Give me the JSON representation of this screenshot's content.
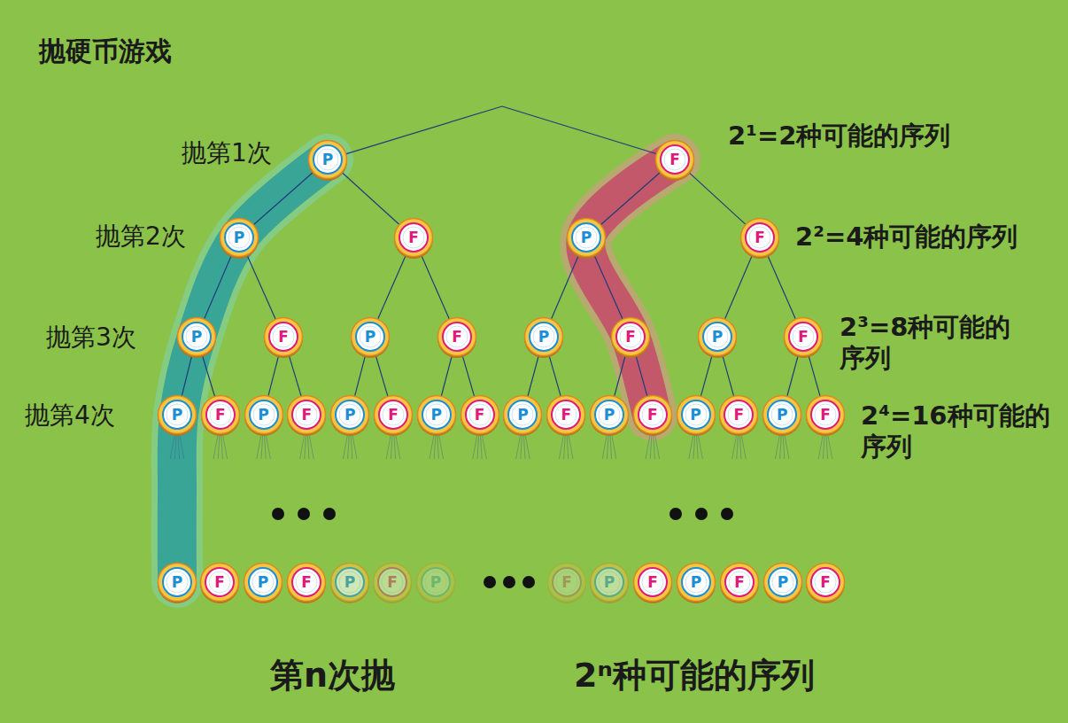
{
  "diagram": {
    "title": "抛硬币游戏",
    "nodes": [
      {
        "text": [
          "P"
        ]
      },
      {
        "text": [
          "F"
        ]
      },
      {
        "text": [
          "P"
        ]
      },
      {
        "text": [
          "F"
        ]
      },
      {
        "text": [
          "P"
        ]
      },
      {
        "text": [
          "F"
        ]
      },
      {
        "text": [
          "P"
        ]
      },
      {
        "text": [
          "F"
        ]
      },
      {
        "text": [
          "P"
        ]
      },
      {
        "text": [
          "F"
        ]
      },
      {
        "text": [
          "P"
        ]
      },
      {
        "text": [
          "F"
        ]
      },
      {
        "text": [
          "P"
        ]
      },
      {
        "text": [
          "F"
        ]
      },
      {
        "text": [
          "P"
        ]
      },
      {
        "text": [
          "F"
        ]
      },
      {
        "text": [
          "P"
        ]
      },
      {
        "text": [
          "F"
        ]
      },
      {
        "text": [
          "P"
        ]
      },
      {
        "text": [
          "F"
        ]
      },
      {
        "text": [
          "P"
        ]
      },
      {
        "text": [
          "F"
        ]
      },
      {
        "text": [
          "P"
        ]
      },
      {
        "text": [
          "F"
        ]
      },
      {
        "text": [
          "P"
        ]
      },
      {
        "text": [
          "F"
        ]
      },
      {
        "text": [
          "P"
        ]
      },
      {
        "text": [
          "F"
        ]
      },
      {
        "text": [
          "P"
        ]
      },
      {
        "text": [
          "F"
        ]
      },
      {
        "text": [
          "P"
        ]
      },
      {
        "text": [
          "F"
        ]
      },
      {
        "text": [
          "P"
        ]
      },
      {
        "text": [
          "F"
        ]
      },
      {
        "text": [
          "P"
        ]
      },
      {
        "text": [
          "F"
        ]
      },
      {
        "text": [
          "P"
        ]
      },
      {
        "text": [
          "F"
        ]
      },
      {
        "text": [
          "P"
        ]
      },
      {
        "text": [
          "F"
        ]
      },
      {
        "text": [
          "P"
        ]
      },
      {
        "text": [
          "F"
        ]
      },
      {
        "text": [
          "P"
        ]
      },
      {
        "text": [
          "F"
        ]
      }
    ],
    "edges": [
      {
        "from": 0,
        "to": 2,
        "arrow": "none"
      },
      {
        "from": 0,
        "to": 3,
        "arrow": "none"
      },
      {
        "from": 1,
        "to": 4,
        "arrow": "none"
      },
      {
        "from": 1,
        "to": 5,
        "arrow": "none"
      },
      {
        "from": 2,
        "to": 6,
        "arrow": "none"
      },
      {
        "from": 2,
        "to": 7,
        "arrow": "none"
      },
      {
        "from": 3,
        "to": 8,
        "arrow": "none"
      },
      {
        "from": 3,
        "to": 9,
        "arrow": "none"
      },
      {
        "from": 4,
        "to": 10,
        "arrow": "none"
      },
      {
        "from": 4,
        "to": 11,
        "arrow": "none"
      },
      {
        "from": 5,
        "to": 12,
        "arrow": "none"
      },
      {
        "from": 5,
        "to": 13,
        "arrow": "none"
      },
      {
        "from": 6,
        "to": 14,
        "arrow": "none"
      },
      {
        "from": 6,
        "to": 15,
        "arrow": "none"
      },
      {
        "from": 7,
        "to": 16,
        "arrow": "none"
      },
      {
        "from": 7,
        "to": 17,
        "arrow": "none"
      },
      {
        "from": 8,
        "to": 18,
        "arrow": "none"
      },
      {
        "from": 8,
        "to": 19,
        "arrow": "none"
      },
      {
        "from": 9,
        "to": 20,
        "arrow": "none"
      },
      {
        "from": 9,
        "to": 21,
        "arrow": "none"
      },
      {
        "from": 10,
        "to": 22,
        "arrow": "none"
      },
      {
        "from": 10,
        "to": 23,
        "arrow": "none"
      },
      {
        "from": 11,
        "to": 24,
        "arrow": "none"
      },
      {
        "from": 11,
        "to": 25,
        "arrow": "none"
      },
      {
        "from": 12,
        "to": 26,
        "arrow": "none"
      },
      {
        "from": 12,
        "to": 27,
        "arrow": "none"
      },
      {
        "from": 13,
        "to": 28,
        "arrow": "none"
      },
      {
        "from": 13,
        "to": 29,
        "arrow": "none"
      }
    ],
    "labels": [
      "抛第1次",
      "2¹=2种可能的序列",
      "抛第2次",
      "2²=4种可能的序列",
      "抛第3次",
      "2³=8种可能的序列",
      "抛第4次",
      "2⁴=16种可能的序列",
      "第n次抛",
      "2ⁿ种可能的序列"
    ]
  }
}
